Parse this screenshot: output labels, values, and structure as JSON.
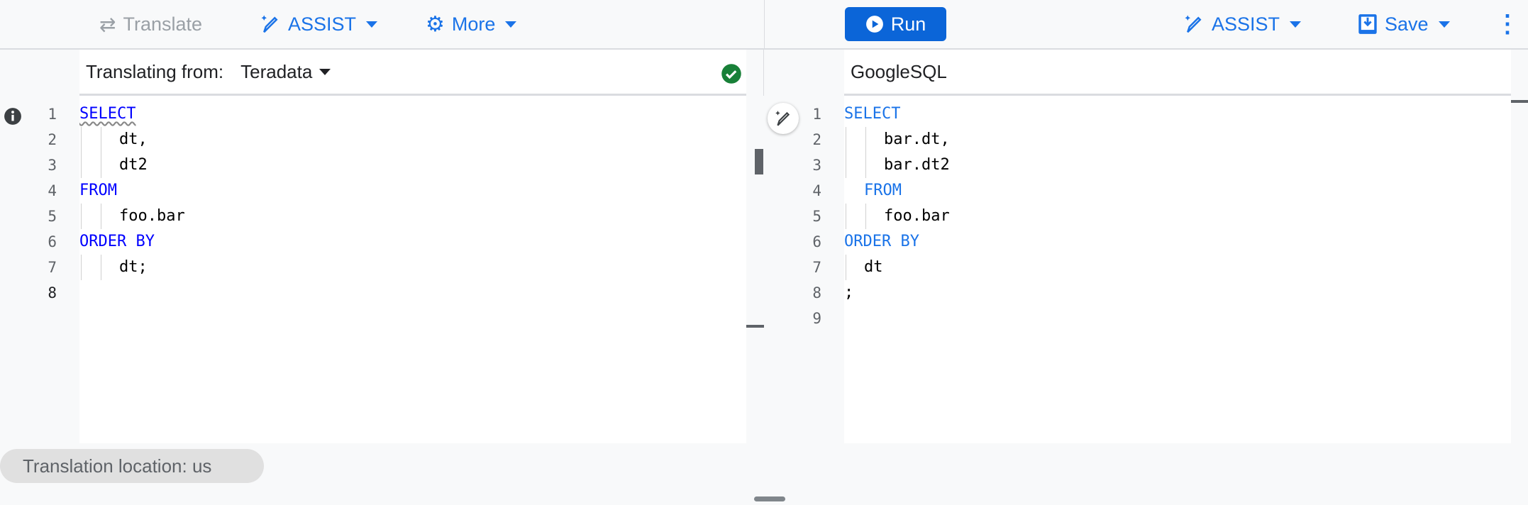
{
  "left_toolbar": {
    "translate_label": "Translate",
    "assist_label": "ASSIST",
    "more_label": "More"
  },
  "right_toolbar": {
    "run_label": "Run",
    "assist_label": "ASSIST",
    "save_label": "Save"
  },
  "source": {
    "label": "Translating from:",
    "dialect": "Teradata",
    "status": "valid",
    "lines": [
      {
        "n": "1",
        "kw": "SELECT",
        "text": "",
        "indent": 0
      },
      {
        "n": "2",
        "kw": "",
        "text": "dt,",
        "indent": 2
      },
      {
        "n": "3",
        "kw": "",
        "text": "dt2",
        "indent": 2
      },
      {
        "n": "4",
        "kw": "FROM",
        "text": "",
        "indent": 0
      },
      {
        "n": "5",
        "kw": "",
        "text": "foo.bar",
        "indent": 2
      },
      {
        "n": "6",
        "kw": "ORDER BY",
        "text": "",
        "indent": 0
      },
      {
        "n": "7",
        "kw": "",
        "text": "dt;",
        "indent": 2
      },
      {
        "n": "8",
        "kw": "",
        "text": "",
        "indent": 0
      }
    ]
  },
  "target": {
    "dialect": "GoogleSQL",
    "lines": [
      {
        "n": "1",
        "kw": "SELECT",
        "text": "",
        "indent": 0
      },
      {
        "n": "2",
        "kw": "",
        "text": "bar.dt,",
        "indent": 2
      },
      {
        "n": "3",
        "kw": "",
        "text": "bar.dt2",
        "indent": 2
      },
      {
        "n": "4",
        "kw": "FROM",
        "text": "",
        "indent": 1
      },
      {
        "n": "5",
        "kw": "",
        "text": "foo.bar",
        "indent": 2
      },
      {
        "n": "6",
        "kw": "ORDER BY",
        "text": "",
        "indent": 0
      },
      {
        "n": "7",
        "kw": "",
        "text": "dt",
        "indent": 1
      },
      {
        "n": "8",
        "kw": "",
        "text": ";",
        "indent": 0
      },
      {
        "n": "9",
        "kw": "",
        "text": "",
        "indent": 0
      }
    ]
  },
  "footer": {
    "location_label": "Translation location: us"
  },
  "colors": {
    "accent": "#1a73e8",
    "run_bg": "#0b65d8",
    "valid": "#188038"
  }
}
